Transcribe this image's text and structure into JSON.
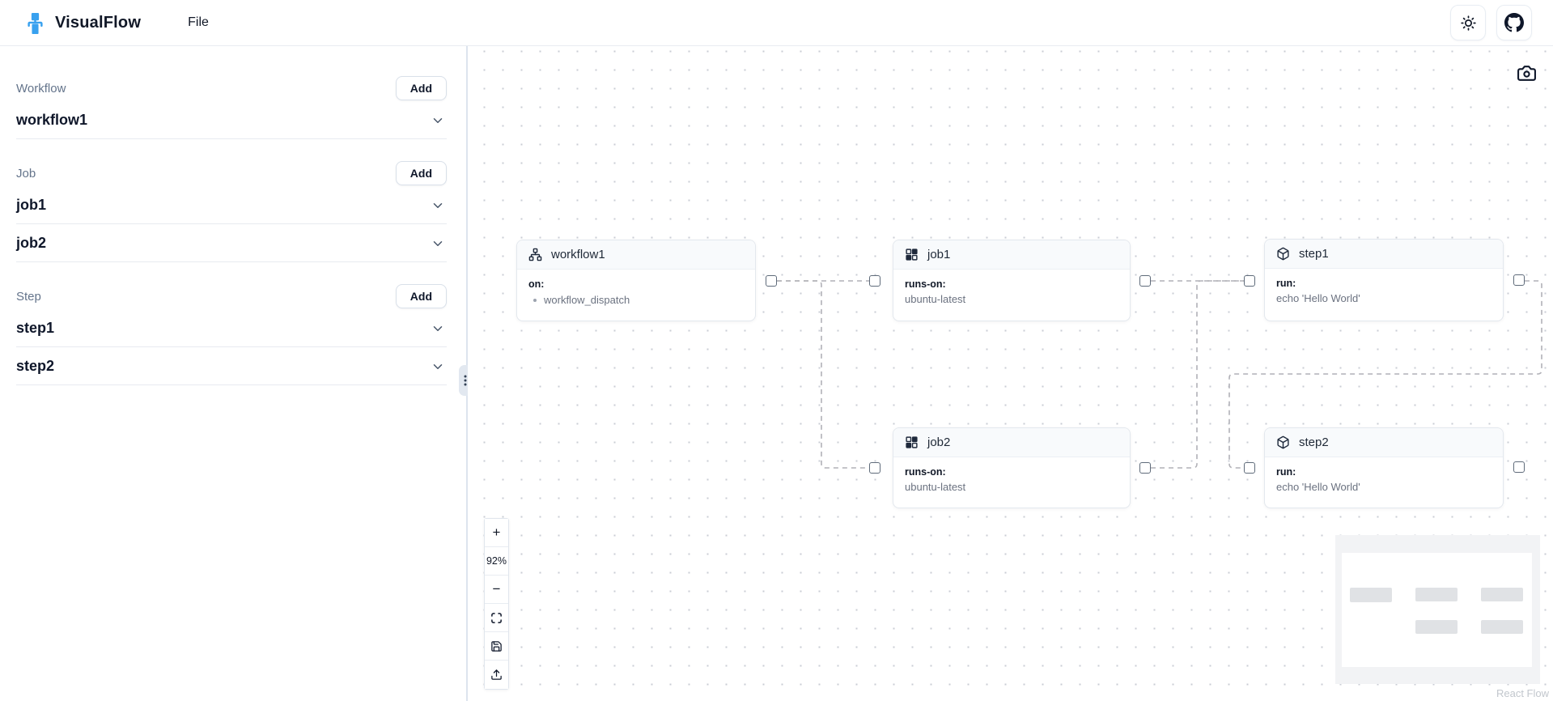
{
  "navbar": {
    "brand": "VisualFlow",
    "menu_file": "File",
    "theme_icon": "sun-icon",
    "github_icon": "github-icon"
  },
  "sidebar": {
    "sections": [
      {
        "label": "Workflow",
        "add_label": "Add",
        "items": [
          {
            "name": "workflow1"
          }
        ]
      },
      {
        "label": "Job",
        "add_label": "Add",
        "items": [
          {
            "name": "job1"
          },
          {
            "name": "job2"
          }
        ]
      },
      {
        "label": "Step",
        "add_label": "Add",
        "items": [
          {
            "name": "step1"
          },
          {
            "name": "step2"
          }
        ]
      }
    ]
  },
  "canvas": {
    "camera_icon": "camera-icon",
    "nodes": [
      {
        "title": "workflow1",
        "icon": "workflow-icon",
        "field_label": "on:",
        "field_value": "workflow_dispatch",
        "value_style": "bullet"
      },
      {
        "title": "job1",
        "icon": "job-grid-icon",
        "field_label": "runs-on:",
        "field_value": "ubuntu-latest"
      },
      {
        "title": "step1",
        "icon": "package-icon",
        "field_label": "run:",
        "field_value": "echo 'Hello World'"
      },
      {
        "title": "job2",
        "icon": "job-grid-icon",
        "field_label": "runs-on:",
        "field_value": "ubuntu-latest"
      },
      {
        "title": "step2",
        "icon": "package-icon",
        "field_label": "run:",
        "field_value": "echo 'Hello World'"
      }
    ],
    "edges": [
      {
        "source": "workflow1",
        "target": "job1"
      },
      {
        "source": "workflow1",
        "target": "job2"
      },
      {
        "source": "job1",
        "target": "step1"
      },
      {
        "source": "job2",
        "target": "step1"
      },
      {
        "source": "step1",
        "target": "step2"
      }
    ],
    "edge_style": {
      "color": "#b1b1b7",
      "dashed": true
    },
    "controls": {
      "zoom_in": "+",
      "zoom_level": "92%",
      "zoom_out": "−",
      "fit_icon": "fit-view-icon",
      "save_icon": "save-icon",
      "upload_icon": "upload-icon"
    },
    "minimap_nodes": [
      "workflow1",
      "job1",
      "step1",
      "job2",
      "step2"
    ],
    "attribution": "React Flow"
  },
  "colors": {
    "brand_blue": "#38a1ef",
    "node_header_bg": "#f8fafc",
    "edge_gray": "#b1b1b7",
    "text_dark": "#0f172a",
    "text_gray": "#64748b"
  }
}
